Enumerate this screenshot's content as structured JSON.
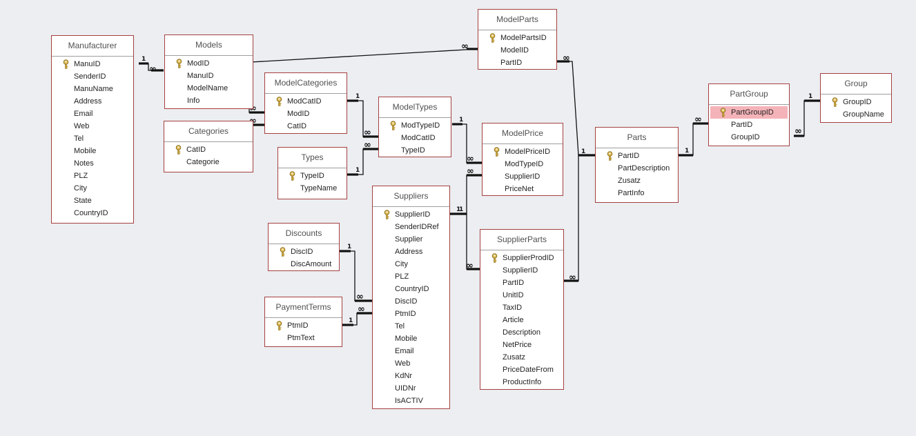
{
  "tables": [
    {
      "id": "manufacturer",
      "title": "Manufacturer",
      "fields": [
        {
          "name": "ManuID",
          "key": true
        },
        {
          "name": "SenderID"
        },
        {
          "name": "ManuName"
        },
        {
          "name": "Address"
        },
        {
          "name": "Email"
        },
        {
          "name": "Web"
        },
        {
          "name": "Tel"
        },
        {
          "name": "Mobile"
        },
        {
          "name": "Notes"
        },
        {
          "name": "PLZ"
        },
        {
          "name": "City"
        },
        {
          "name": "State"
        },
        {
          "name": "CountryID"
        }
      ]
    },
    {
      "id": "models",
      "title": "Models",
      "fields": [
        {
          "name": "ModID",
          "key": true
        },
        {
          "name": "ManuID"
        },
        {
          "name": "ModelName"
        },
        {
          "name": "Info"
        }
      ]
    },
    {
      "id": "categories",
      "title": "Categories",
      "fields": [
        {
          "name": "CatID",
          "key": true
        },
        {
          "name": "Categorie"
        }
      ]
    },
    {
      "id": "modelcategories",
      "title": "ModelCategories",
      "fields": [
        {
          "name": "ModCatID",
          "key": true
        },
        {
          "name": "ModID"
        },
        {
          "name": "CatID"
        }
      ]
    },
    {
      "id": "types",
      "title": "Types",
      "fields": [
        {
          "name": "TypeID",
          "key": true
        },
        {
          "name": "TypeName"
        }
      ]
    },
    {
      "id": "modeltypes",
      "title": "ModelTypes",
      "fields": [
        {
          "name": "ModTypeID",
          "key": true
        },
        {
          "name": "ModCatID"
        },
        {
          "name": "TypeID"
        }
      ]
    },
    {
      "id": "modelparts",
      "title": "ModelParts",
      "fields": [
        {
          "name": "ModelPartsID",
          "key": true
        },
        {
          "name": "ModelID"
        },
        {
          "name": "PartID"
        }
      ]
    },
    {
      "id": "modelprice",
      "title": "ModelPrice",
      "fields": [
        {
          "name": "ModelPriceID",
          "key": true
        },
        {
          "name": "ModTypeID"
        },
        {
          "name": "SupplierID"
        },
        {
          "name": "PriceNet"
        }
      ]
    },
    {
      "id": "discounts",
      "title": "Discounts",
      "fields": [
        {
          "name": "DiscID",
          "key": true
        },
        {
          "name": "DiscAmount"
        }
      ]
    },
    {
      "id": "paymentterms",
      "title": "PaymentTerms",
      "fields": [
        {
          "name": "PtmID",
          "key": true
        },
        {
          "name": "PtmText"
        }
      ]
    },
    {
      "id": "suppliers",
      "title": "Suppliers",
      "fields": [
        {
          "name": "SupplierID",
          "key": true
        },
        {
          "name": "SenderIDRef"
        },
        {
          "name": "Supplier"
        },
        {
          "name": "Address"
        },
        {
          "name": "City"
        },
        {
          "name": "PLZ"
        },
        {
          "name": "CountryID"
        },
        {
          "name": "DiscID"
        },
        {
          "name": "PtmID"
        },
        {
          "name": "Tel"
        },
        {
          "name": "Mobile"
        },
        {
          "name": "Email"
        },
        {
          "name": "Web"
        },
        {
          "name": "KdNr"
        },
        {
          "name": "UIDNr"
        },
        {
          "name": "IsACTIV"
        }
      ]
    },
    {
      "id": "supplierparts",
      "title": "SupplierParts",
      "fields": [
        {
          "name": "SupplierProdID",
          "key": true
        },
        {
          "name": "SupplierID"
        },
        {
          "name": "PartID"
        },
        {
          "name": "UnitID"
        },
        {
          "name": "TaxID"
        },
        {
          "name": "Article"
        },
        {
          "name": "Description"
        },
        {
          "name": "NetPrice"
        },
        {
          "name": "Zusatz"
        },
        {
          "name": "PriceDateFrom"
        },
        {
          "name": "ProductInfo"
        }
      ]
    },
    {
      "id": "parts",
      "title": "Parts",
      "fields": [
        {
          "name": "PartID",
          "key": true
        },
        {
          "name": "PartDescription"
        },
        {
          "name": "Zusatz"
        },
        {
          "name": "PartInfo"
        }
      ]
    },
    {
      "id": "partgroup",
      "title": "PartGroup",
      "fields": [
        {
          "name": "PartGroupID",
          "key": true,
          "selected": true
        },
        {
          "name": "PartID"
        },
        {
          "name": "GroupID"
        }
      ]
    },
    {
      "id": "group",
      "title": "Group",
      "fields": [
        {
          "name": "GroupID",
          "key": true
        },
        {
          "name": "GroupName"
        }
      ]
    }
  ],
  "relationships": [
    {
      "from": "Manufacturer.ManuID",
      "to": "Models.ManuID",
      "one": "1",
      "many": "∞"
    },
    {
      "from": "Models.ModID",
      "to": "ModelParts.ModelID",
      "one": "1",
      "many": "∞"
    },
    {
      "from": "Models.ModID",
      "to": "ModelCategories.ModID",
      "one": "1",
      "many": "∞"
    },
    {
      "from": "Categories.CatID",
      "to": "ModelCategories.CatID",
      "one": "1",
      "many": "∞"
    },
    {
      "from": "ModelCategories.ModCatID",
      "to": "ModelTypes.ModCatID",
      "one": "1",
      "many": "∞"
    },
    {
      "from": "Types.TypeID",
      "to": "ModelTypes.TypeID",
      "one": "1",
      "many": "∞"
    },
    {
      "from": "ModelTypes.ModTypeID",
      "to": "ModelPrice.ModTypeID",
      "one": "1",
      "many": "∞"
    },
    {
      "from": "Suppliers.SupplierID",
      "to": "ModelPrice.SupplierID",
      "one": "1",
      "many": "∞"
    },
    {
      "from": "Suppliers.SupplierID",
      "to": "SupplierParts.SupplierID",
      "one": "1",
      "many": "∞"
    },
    {
      "from": "Discounts.DiscID",
      "to": "Suppliers.DiscID",
      "one": "1",
      "many": "∞"
    },
    {
      "from": "PaymentTerms.PtmID",
      "to": "Suppliers.PtmID",
      "one": "1",
      "many": "∞"
    },
    {
      "from": "Parts.PartID",
      "to": "ModelParts.PartID",
      "one": "1",
      "many": "∞"
    },
    {
      "from": "Parts.PartID",
      "to": "SupplierParts.PartID",
      "one": "1",
      "many": "∞"
    },
    {
      "from": "Parts.PartID",
      "to": "PartGroup.PartID",
      "one": "1",
      "many": "∞"
    },
    {
      "from": "Group.GroupID",
      "to": "PartGroup.GroupID",
      "one": "1",
      "many": "∞"
    }
  ],
  "colors": {
    "table_border": "#a43f3f",
    "selected_row": "#f4b3b8",
    "background": "#eceef1",
    "key": "#c9a43a"
  }
}
